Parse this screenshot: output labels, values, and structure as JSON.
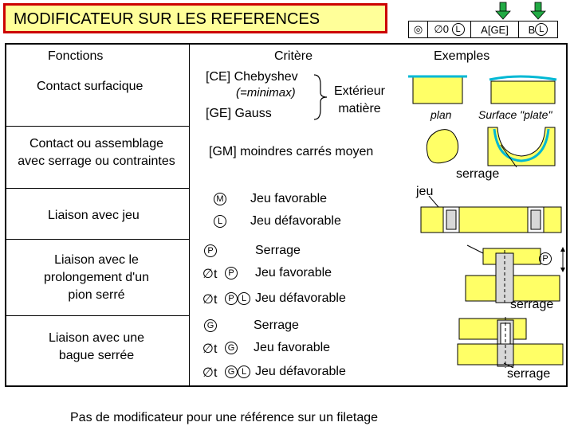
{
  "title": "MODIFICATEUR SUR LES REFERENCES",
  "feature_frame": {
    "symbol": "◎",
    "tolerance": "∅0",
    "modifier": "L",
    "datum_a": "A[GE]",
    "datum_b": "B",
    "datum_b_modifier": "L"
  },
  "headers": {
    "fonctions": "Fonctions",
    "critere": "Critère",
    "exemples": "Exemples"
  },
  "rows": {
    "contact_surfacique": {
      "fonction": "Contact surfacique",
      "critere_1": "[CE] Chebyshev",
      "critere_1b": "(=minimax)",
      "critere_2": "[GE] Gauss",
      "critere_side": "Extérieur matière",
      "ex_label_1": "plan",
      "ex_label_2": "Surface \"plate\""
    },
    "contact_assemblage": {
      "fonction_l1": "Contact ou assemblage",
      "fonction_l2": "avec serrage ou contraintes",
      "critere": "[GM] moindres carrés moyen",
      "ex_label": "serrage"
    },
    "liaison_jeu": {
      "fonction": "Liaison avec jeu",
      "sym_1": "M",
      "label_1": "Jeu favorable",
      "sym_2": "L",
      "label_2": "Jeu défavorable",
      "ex_label": "jeu"
    },
    "liaison_pion": {
      "fonction_l1": "Liaison avec le",
      "fonction_l2": "prolongement d'un",
      "fonction_l3": "pion serré",
      "sym_1": "P",
      "label_1": "Serrage",
      "prefix_2": "∅t",
      "sym_2": "P",
      "label_2": "Jeu favorable",
      "prefix_3": "∅t",
      "sym_3a": "P",
      "sym_3b": "L",
      "label_3": "Jeu défavorable",
      "ex_sym": "P",
      "ex_label": "serrage"
    },
    "liaison_bague": {
      "fonction_l1": "Liaison avec une",
      "fonction_l2": "bague serrée",
      "sym_1": "G",
      "label_1": "Serrage",
      "prefix_2": "∅t",
      "sym_2": "G",
      "label_2": "Jeu favorable",
      "prefix_3": "∅t",
      "sym_3a": "G",
      "sym_3b": "L",
      "label_3": "Jeu défavorable",
      "ex_label": "serrage"
    }
  },
  "footer": "Pas de modificateur pour une référence sur un filetage",
  "colors": {
    "title_bg": "#ffff99",
    "title_border": "#cc0000",
    "part_fill": "#ffff66",
    "accent": "#00b8d4",
    "arrow": "#22aa44"
  }
}
